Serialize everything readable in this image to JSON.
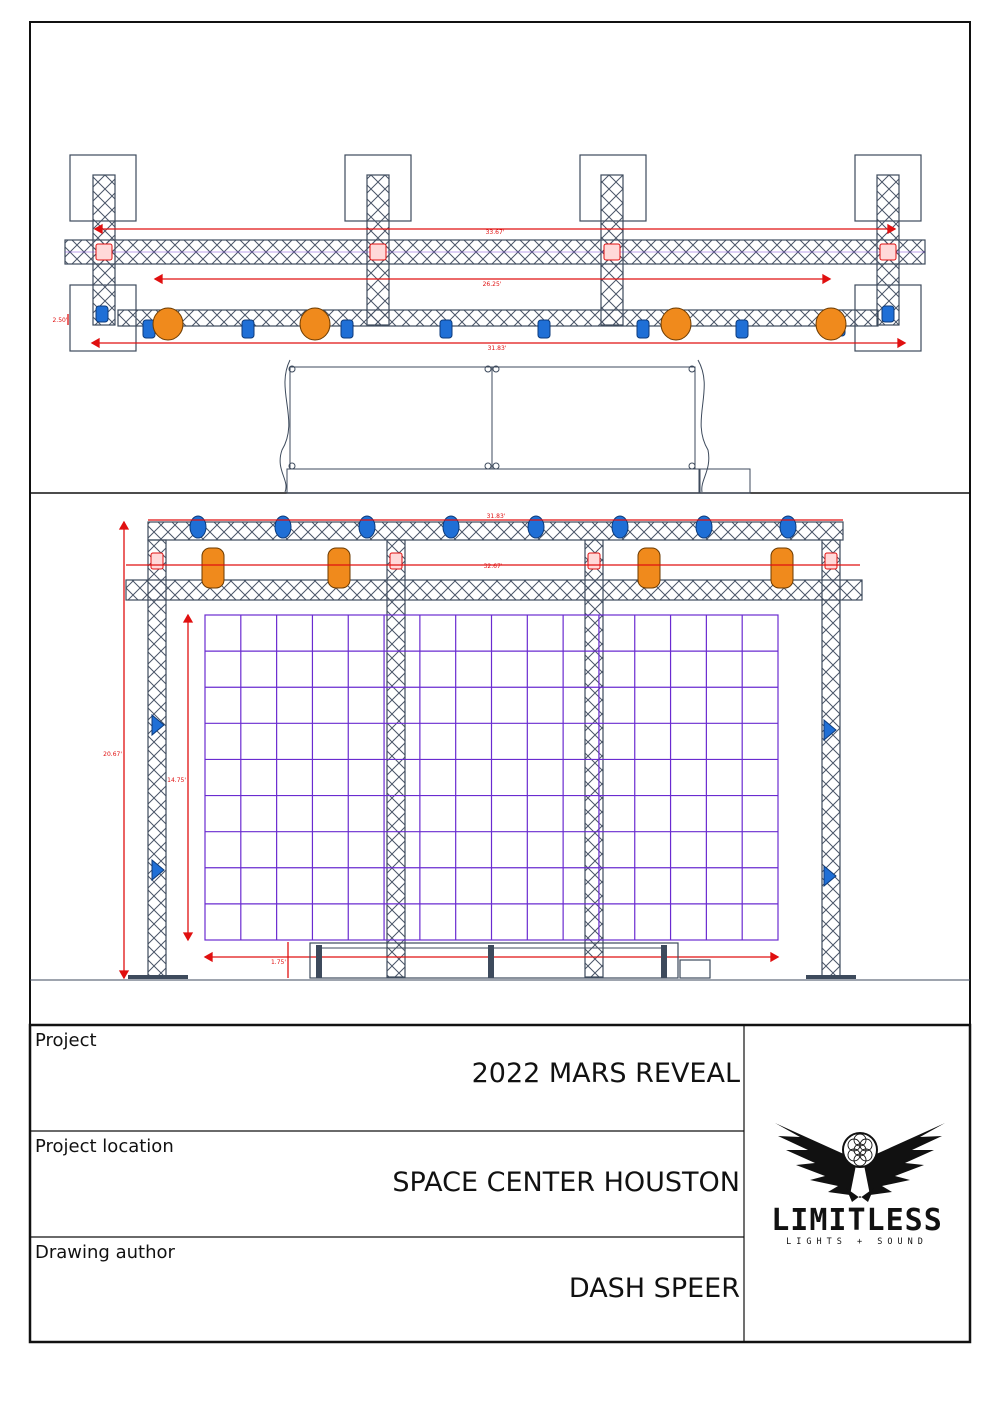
{
  "plan_view": {
    "dimensions": [
      "33.67'",
      "26.25'",
      "31.83'",
      "2.50'"
    ]
  },
  "elevation_view": {
    "dimensions": [
      "31.83'",
      "32.67'",
      "20.67'",
      "14.75'",
      "1.75'"
    ]
  },
  "title_block": {
    "project_label": "Project",
    "project_value": "2022 MARS REVEAL",
    "location_label": "Project location",
    "location_value": "SPACE CENTER HOUSTON",
    "author_label": "Drawing author",
    "author_value": "DASH SPEER"
  },
  "logo": {
    "wordmark": "LIMITLESS",
    "tagline": "LIGHTS + SOUND"
  },
  "colors": {
    "line": "#3d4a5c",
    "dimension": "#e01010",
    "moving_head": "#f08a1c",
    "wash": "#1f6fd6",
    "led_grid": "#6a2bd0",
    "background": "#ffffff"
  }
}
